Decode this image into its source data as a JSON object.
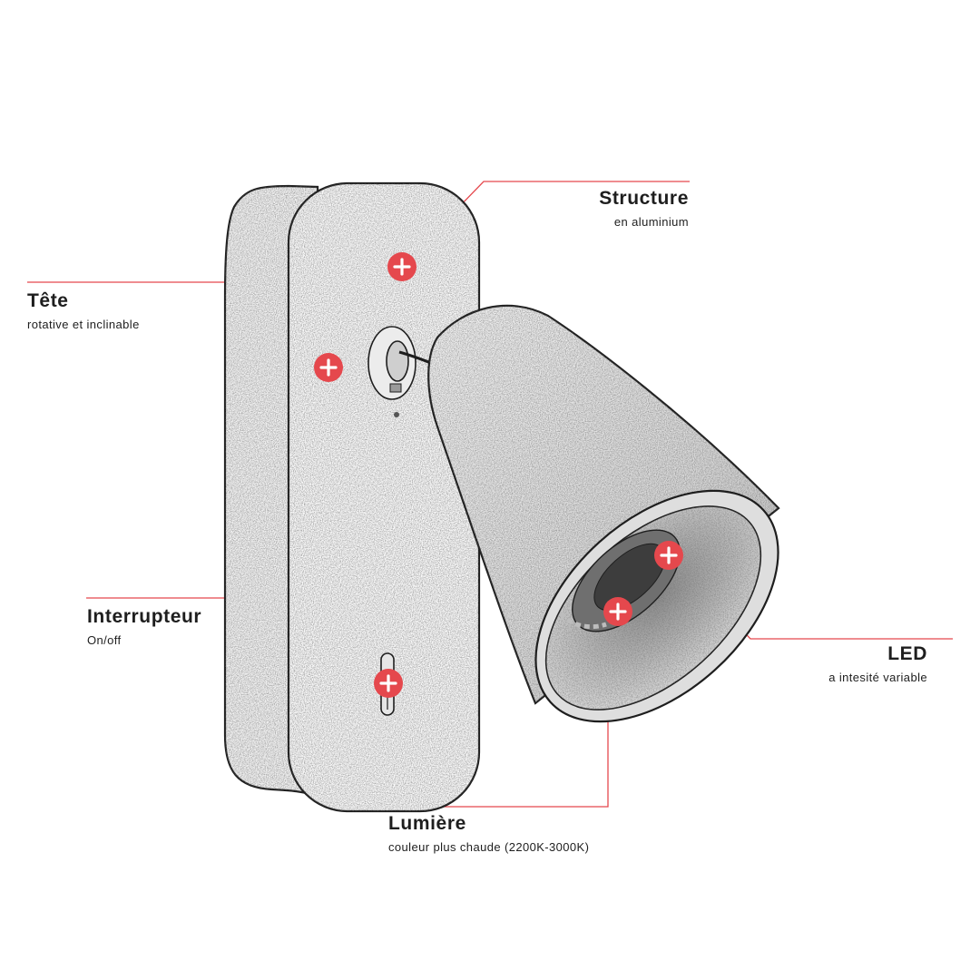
{
  "colors": {
    "accent": "#e5484d",
    "ink": "#1e1e1e"
  },
  "hotspot_icon": "plus-icon",
  "callouts": [
    {
      "id": "structure",
      "title": "Structure",
      "subtitle": "en aluminium"
    },
    {
      "id": "tete",
      "title": "Tête",
      "subtitle": "rotative et inclinable"
    },
    {
      "id": "interrupteur",
      "title": "Interrupteur",
      "subtitle": "On/off"
    },
    {
      "id": "led",
      "title": "LED",
      "subtitle": "a intesité variable"
    },
    {
      "id": "lumiere",
      "title": "Lumière",
      "subtitle": "couleur plus chaude (2200K-3000K)"
    }
  ]
}
